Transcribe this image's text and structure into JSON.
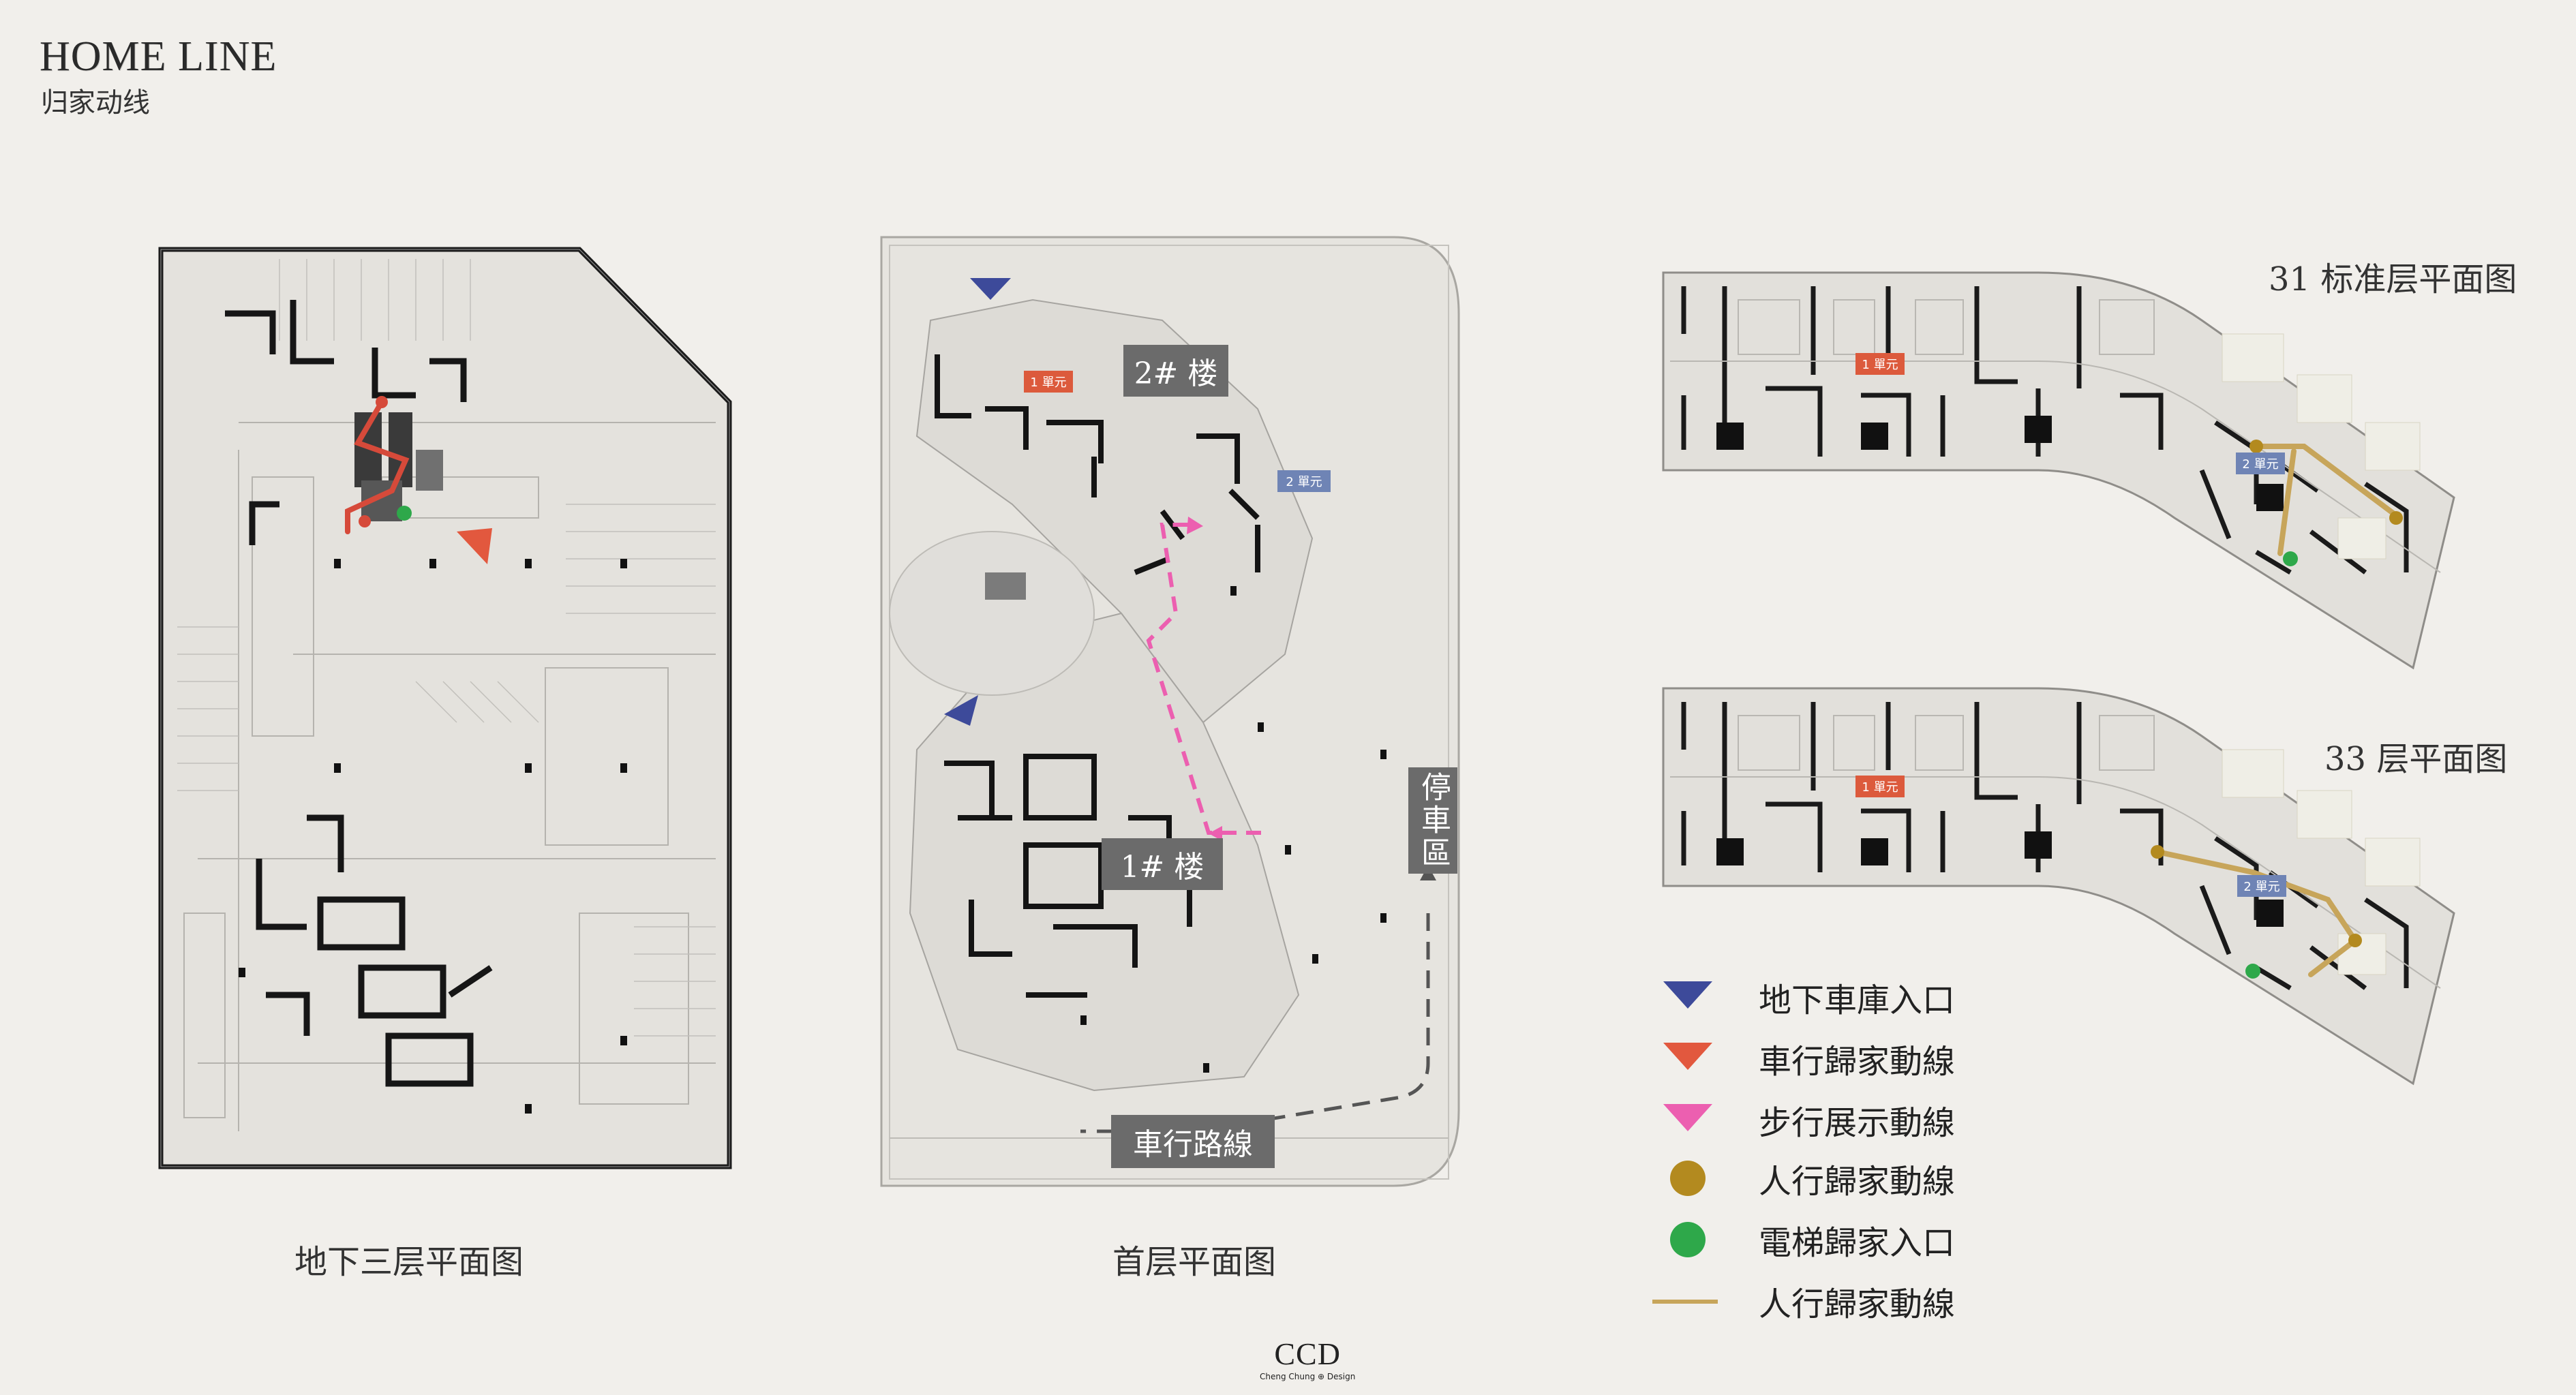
{
  "header": {
    "title": "HOME LINE",
    "subtitle": "归家动线"
  },
  "plans": {
    "b3": {
      "caption": "地下三层平面图"
    },
    "ground": {
      "caption": "首层平面图",
      "building2_label": "2# 楼",
      "building1_label": "1# 楼",
      "unit1_tag": "1 單元",
      "unit2_tag": "2 單元",
      "parking_label": "停車區",
      "vehicle_route_label": "車行路線"
    },
    "floor31": {
      "caption": "31 标准层平面图",
      "unit1_tag": "1 單元",
      "unit2_tag": "2 單元"
    },
    "floor33": {
      "caption": "33 层平面图",
      "unit1_tag": "1 單元",
      "unit2_tag": "2 單元"
    }
  },
  "legend": [
    {
      "marker": "triangle-down-icon",
      "color": "#3d4a9a",
      "label": "地下車庫入口"
    },
    {
      "marker": "triangle-down-icon",
      "color": "#e2583e",
      "label": "車行歸家動線"
    },
    {
      "marker": "triangle-down-icon",
      "color": "#ec5fb0",
      "label": "步行展示動線"
    },
    {
      "marker": "circle-icon",
      "color": "#b38a1f",
      "label": "人行歸家動線"
    },
    {
      "marker": "circle-icon",
      "color": "#2ea84a",
      "label": "電梯歸家入口"
    },
    {
      "marker": "line-icon",
      "color": "#c7a55a",
      "label": "人行歸家動線"
    }
  ],
  "footer": {
    "logo": "CCD",
    "logo_sub": "Cheng Chung ⊕ Design"
  },
  "colors": {
    "background": "#f1efeb",
    "plan_fill": "#e4e2dd",
    "wall": "#1d1d1d",
    "unit1": "#dc5a3c",
    "unit2": "#6f84b5",
    "label_gray": "#6b6b6b"
  }
}
